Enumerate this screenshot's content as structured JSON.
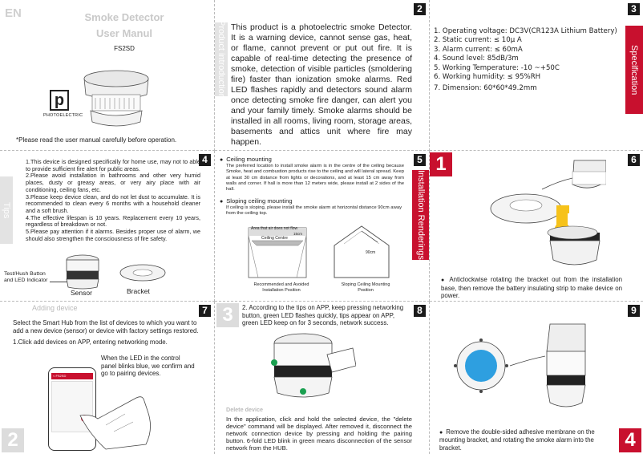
{
  "panel1": {
    "lang": "EN",
    "title_line1": "Smoke Detector",
    "title_line2": "User Manul",
    "model": "FS2SD",
    "logo_letter": "p",
    "logo_text": "PHOTOELECTRIC",
    "note": "*Please read the user manual carefully before operation."
  },
  "panel2": {
    "number": "2",
    "tab": "Product introduction",
    "text": "This product is a photoelectric smoke Detector. It is a warning device, cannot sense gas, heat, or flame, cannot prevent or put out fire. It is capable of real-time detecting the presence of smoke, detection of visible particles (smoldering fire) faster than ionization smoke alarms. Red LED flashes rapidly and detectors sound alarm once detecting smoke fire danger, can alert you and your family timely. Smoke alarms should be installed in all rooms, living room, storage areas, basements and attics unit where fire may happen."
  },
  "panel3": {
    "number": "3",
    "tab": "Specification",
    "specs": [
      "1. Operating voltage: DC3V(CR123A Lithium Battery)",
      "2. Static current: ≤ 10μ A",
      "3. Alarm current: ≤ 60mA",
      "4. Sound level: 85dB/3m",
      "5. Working Temperature: -10 ~+50C",
      "6. Working humidity: ≤ 95%RH",
      "7. Dimension: 60*60*49.2mm"
    ]
  },
  "panel4": {
    "number": "4",
    "tab": "Tips",
    "tips": [
      "1.This device is designed specifically for home use, may not to able to provide sufficient fire alert for public areas.",
      "2.Please avoid installation in bathrooms and other very humid places, dusty or greasy areas, or very airy place with air conditioning, ceiling fans, etc.",
      "3.Please keep device clean, and do not let dust to accumulate. It is recommended to clean every 6 months with a household cleaner and a soft brush.",
      "4.The effective lifespan is 10 years.  Replacement every 10 years, regardless of breakdown or not.",
      "5.Please pay attention if it alarms. Besides proper use of alarm, we should also strengthen the consciousness of fire safety."
    ],
    "label_test_line1": "Test/Hush Button",
    "label_test_line2": "and LED Indicator",
    "label_sensor": "Sensor",
    "label_bracket": "Bracket"
  },
  "panel5": {
    "number": "5",
    "tab": "Installation Renderings",
    "ceiling_title": "Ceiling mounting",
    "ceiling_text": "The preferred location to install smoke alarm is in the centre of the ceiling because Smoke, heat and combustion products rise to the ceiling and will lateral spread. Keep at least 30 cm distance from lights or decorations, and at least 15 cm away from walls and corner. If hall is more than 12 meters wide, please install at 2 sides of the hall.",
    "sloping_title": "Sloping ceiling mounting",
    "sloping_text": "If ceiling is sloping, please install the smoke alarm at horizontal distance 90cm away from the ceiling top.",
    "diagram_label_area": "Area that air does not flow",
    "diagram_label_centre": "Ceiling Centre",
    "diagram_label_15cm": "15cm",
    "diagram_label_90cm": "90cm",
    "caption_left_line1": "Recommended and Avoided",
    "caption_left_line2": "Installation Position",
    "caption_right_line1": "Sloping Ceiling Mounting",
    "caption_right_line2": "Position"
  },
  "panel6": {
    "number": "6",
    "step": "1",
    "text": "Anticlockwise rotating the bracket out from the installation base, then remove the battery insulating strip to make device on  power."
  },
  "panel7": {
    "number": "7",
    "heading": "Adding device",
    "intro": "Select the Smart Hub from the list of devices to which you want to add a new device (sensor) or device with factory settings restored.",
    "step1": "1.Click add devices on APP, entering networking mode.",
    "led_note": "When the LED in the control panel blinks blue, we confirm and go to pairing devices.",
    "phone_header": "< FS2SD",
    "big_step": "2"
  },
  "panel8": {
    "number": "8",
    "big_step": "3",
    "text": "2. According to the tips on APP, keep pressing networking button, green LED flashes quickly, tips appear on APP, green LED keep on for 3 seconds, network success.",
    "delete_heading": "Delete device",
    "delete_text": "In the application, click and hold the selected device, the \"delete device\" command will be displayed. After removed it, disconnect the network connection device by pressing and holding the pairing button. 6-fold LED blink in green means disconnection of the sensor network from the HUB."
  },
  "panel9": {
    "number": "9",
    "big_step": "4",
    "text": "Remove the double-sided adhesive membrane on the mounting bracket, and rotating the smoke alarm into the bracket."
  },
  "colors": {
    "accent": "#c8102e",
    "grey": "#dcdcdc",
    "blue": "#2e9fe0",
    "yellow": "#f6c21a"
  }
}
